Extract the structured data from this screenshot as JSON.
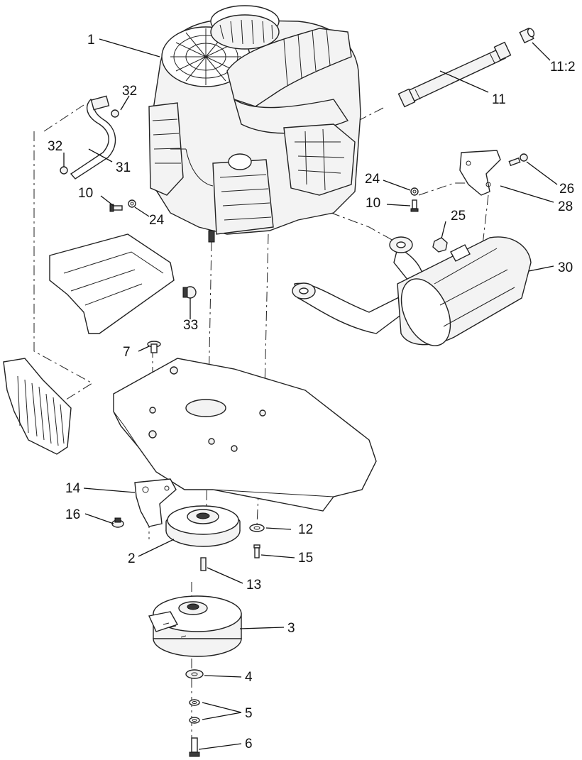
{
  "callouts": [
    {
      "id": "1",
      "text": "1"
    },
    {
      "id": "2",
      "text": "2"
    },
    {
      "id": "3",
      "text": "3"
    },
    {
      "id": "4",
      "text": "4"
    },
    {
      "id": "5",
      "text": "5"
    },
    {
      "id": "6",
      "text": "6"
    },
    {
      "id": "7",
      "text": "7"
    },
    {
      "id": "10a",
      "text": "10"
    },
    {
      "id": "10b",
      "text": "10"
    },
    {
      "id": "11",
      "text": "11"
    },
    {
      "id": "11-2",
      "text": "11:2"
    },
    {
      "id": "12",
      "text": "12"
    },
    {
      "id": "13",
      "text": "13"
    },
    {
      "id": "14",
      "text": "14"
    },
    {
      "id": "15",
      "text": "15"
    },
    {
      "id": "16",
      "text": "16"
    },
    {
      "id": "24a",
      "text": "24"
    },
    {
      "id": "24b",
      "text": "24"
    },
    {
      "id": "25",
      "text": "25"
    },
    {
      "id": "26",
      "text": "26"
    },
    {
      "id": "28",
      "text": "28"
    },
    {
      "id": "30",
      "text": "30"
    },
    {
      "id": "31",
      "text": "31"
    },
    {
      "id": "32a",
      "text": "32"
    },
    {
      "id": "32b",
      "text": "32"
    },
    {
      "id": "33",
      "text": "33"
    }
  ]
}
